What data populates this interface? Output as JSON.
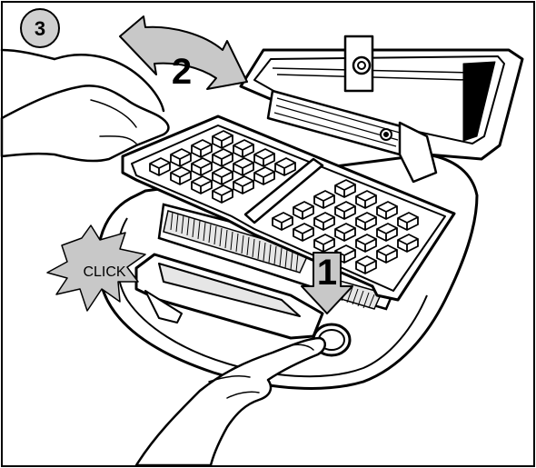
{
  "step_badge": {
    "number": "3"
  },
  "arrows": {
    "rotate_label": "2",
    "down_label": "1"
  },
  "burst": {
    "label": "CLICK"
  },
  "colors": {
    "ink": "#000000",
    "paper": "#ffffff",
    "arrow_fill": "#c8c8c8",
    "burst_fill": "#c8c8c8",
    "badge_fill": "#d0d0d0",
    "tray_shade": "#e6e6e6"
  },
  "icons": {
    "rotate_arrow": "curved-arrow-icon",
    "down_arrow": "down-arrow-icon",
    "burst": "starburst-icon"
  }
}
